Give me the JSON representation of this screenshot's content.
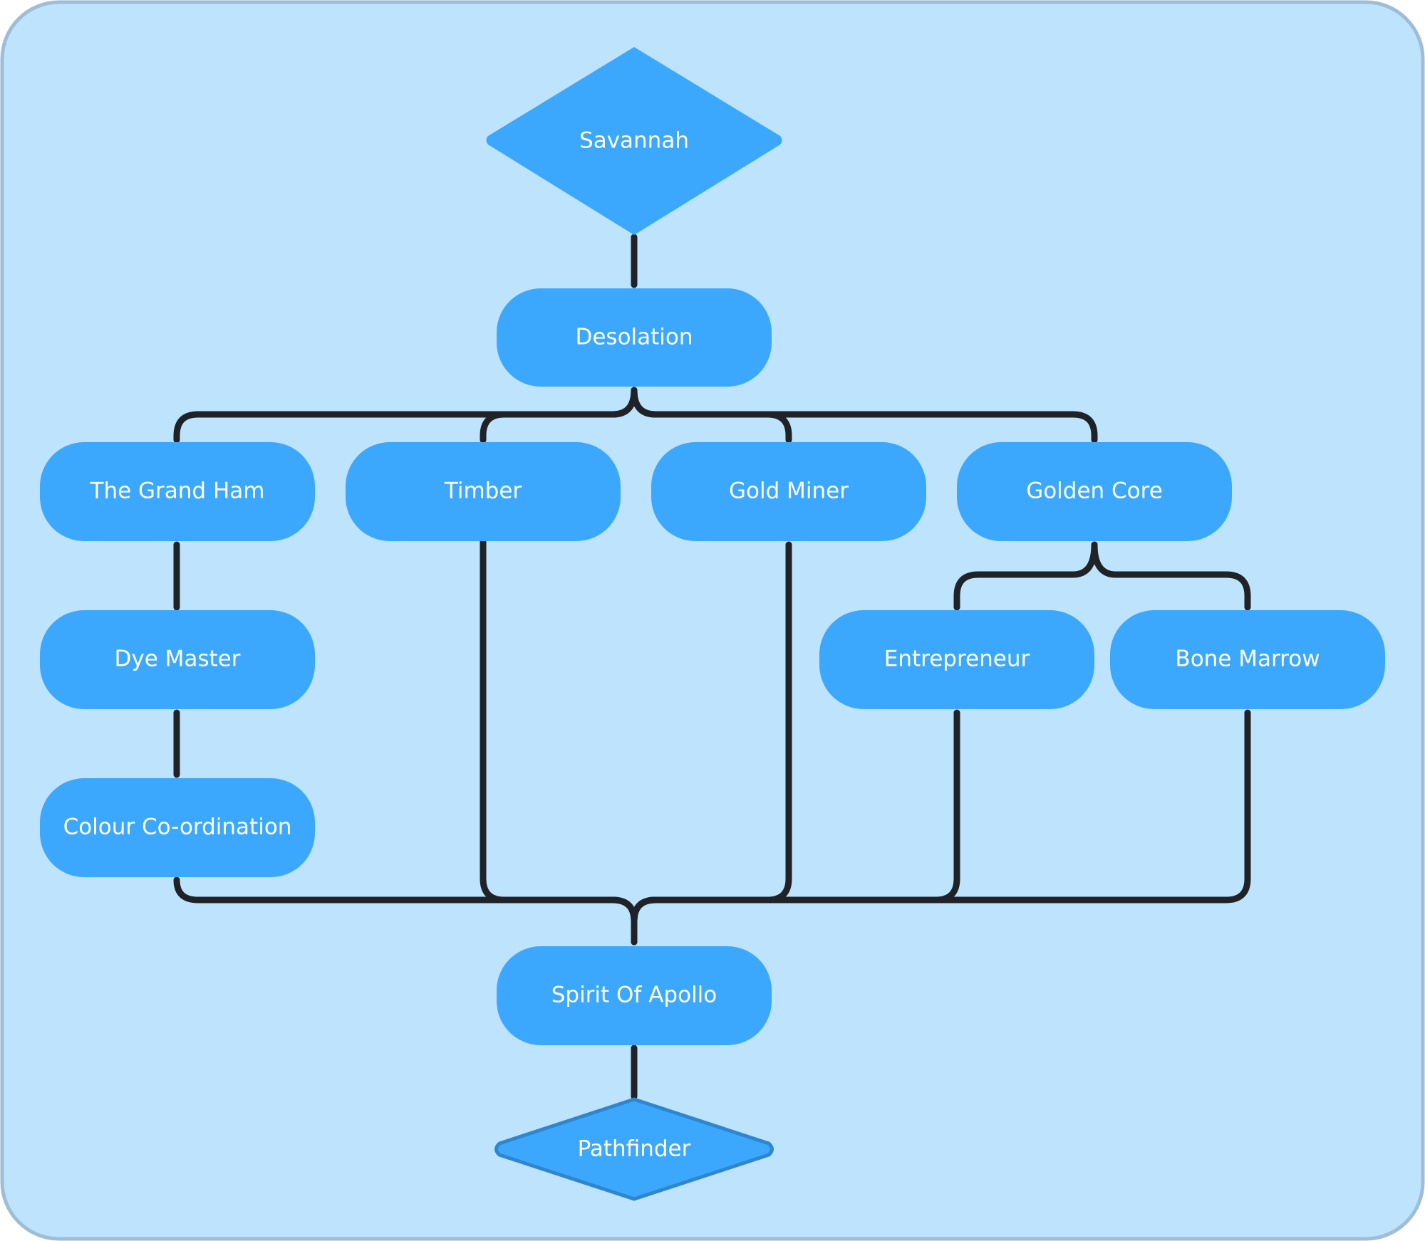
{
  "colors": {
    "background": "#bee3fd",
    "frame_border": "#9fbdd6",
    "node_fill": "#3ca8fd",
    "node_border": "#2f86cf",
    "connector": "#1f2328",
    "label": "#ffffff"
  },
  "nodes": {
    "savannah": "Savannah",
    "desolation": "Desolation",
    "the_grand_ham": "The Grand Ham",
    "timber": "Timber",
    "gold_miner": "Gold Miner",
    "golden_core": "Golden Core",
    "dye_master": "Dye Master",
    "entrepreneur": "Entrepreneur",
    "bone_marrow": "Bone Marrow",
    "colour_coordination": "Colour Co-ordination",
    "spirit_of_apollo": "Spirit Of Apollo",
    "pathfinder": "Pathfinder"
  }
}
